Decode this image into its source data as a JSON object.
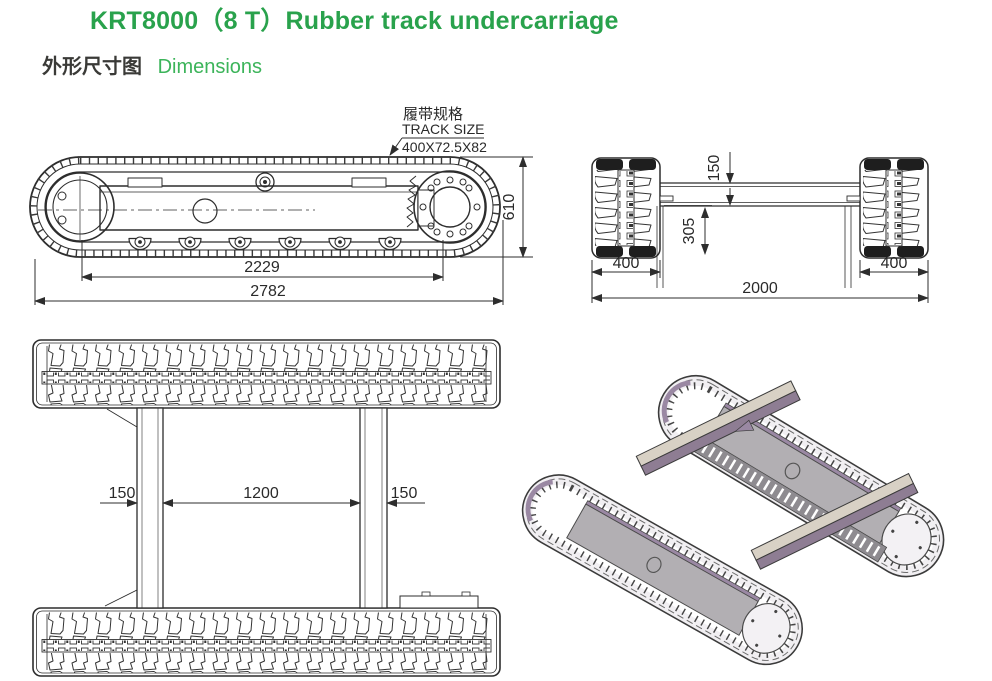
{
  "header": {
    "title": "KRT8000（8 T）Rubber track undercarriage",
    "subtitle_zh": "外形尺寸图",
    "subtitle_en": "Dimensions"
  },
  "track_size_label": {
    "zh": "履带规格",
    "en": "TRACK SIZE",
    "value": "400X72.5X82"
  },
  "dimensions": {
    "side_view": {
      "wheelbase": "2229",
      "overall_length": "2782",
      "track_height": "610"
    },
    "front_view": {
      "beam_height": "150",
      "beam_ground_clearance": "305",
      "track_width_left": "400",
      "track_width_right": "400",
      "overall_width": "2000"
    },
    "top_view": {
      "beam_width_left": "150",
      "beam_spacing": "1200",
      "beam_width_right": "150"
    }
  },
  "colors": {
    "title_green": "#29a24c",
    "subtitle_dark": "#3a3a37",
    "drawing_line": "#2d2d2d",
    "beam_top_face": "#d8d1c5",
    "beam_side_face": "#8e7d93",
    "frame_panel_gray": "#b2afb3",
    "purple_accent": "#9a88a3"
  }
}
